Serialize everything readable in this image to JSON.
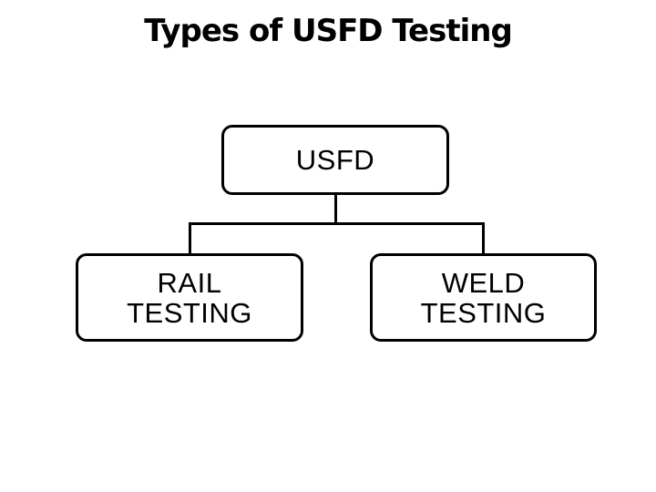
{
  "slide": {
    "title": "Types of USFD Testing",
    "colors": {
      "background": "#ffffff",
      "text": "#000000",
      "line": "#000000"
    }
  },
  "diagram": {
    "type": "hierarchy",
    "root": {
      "id": "usfd",
      "label": "USFD"
    },
    "children": [
      {
        "id": "rail-testing",
        "label": "RAIL\nTESTING"
      },
      {
        "id": "weld-testing",
        "label": "WELD\nTESTING"
      }
    ]
  }
}
